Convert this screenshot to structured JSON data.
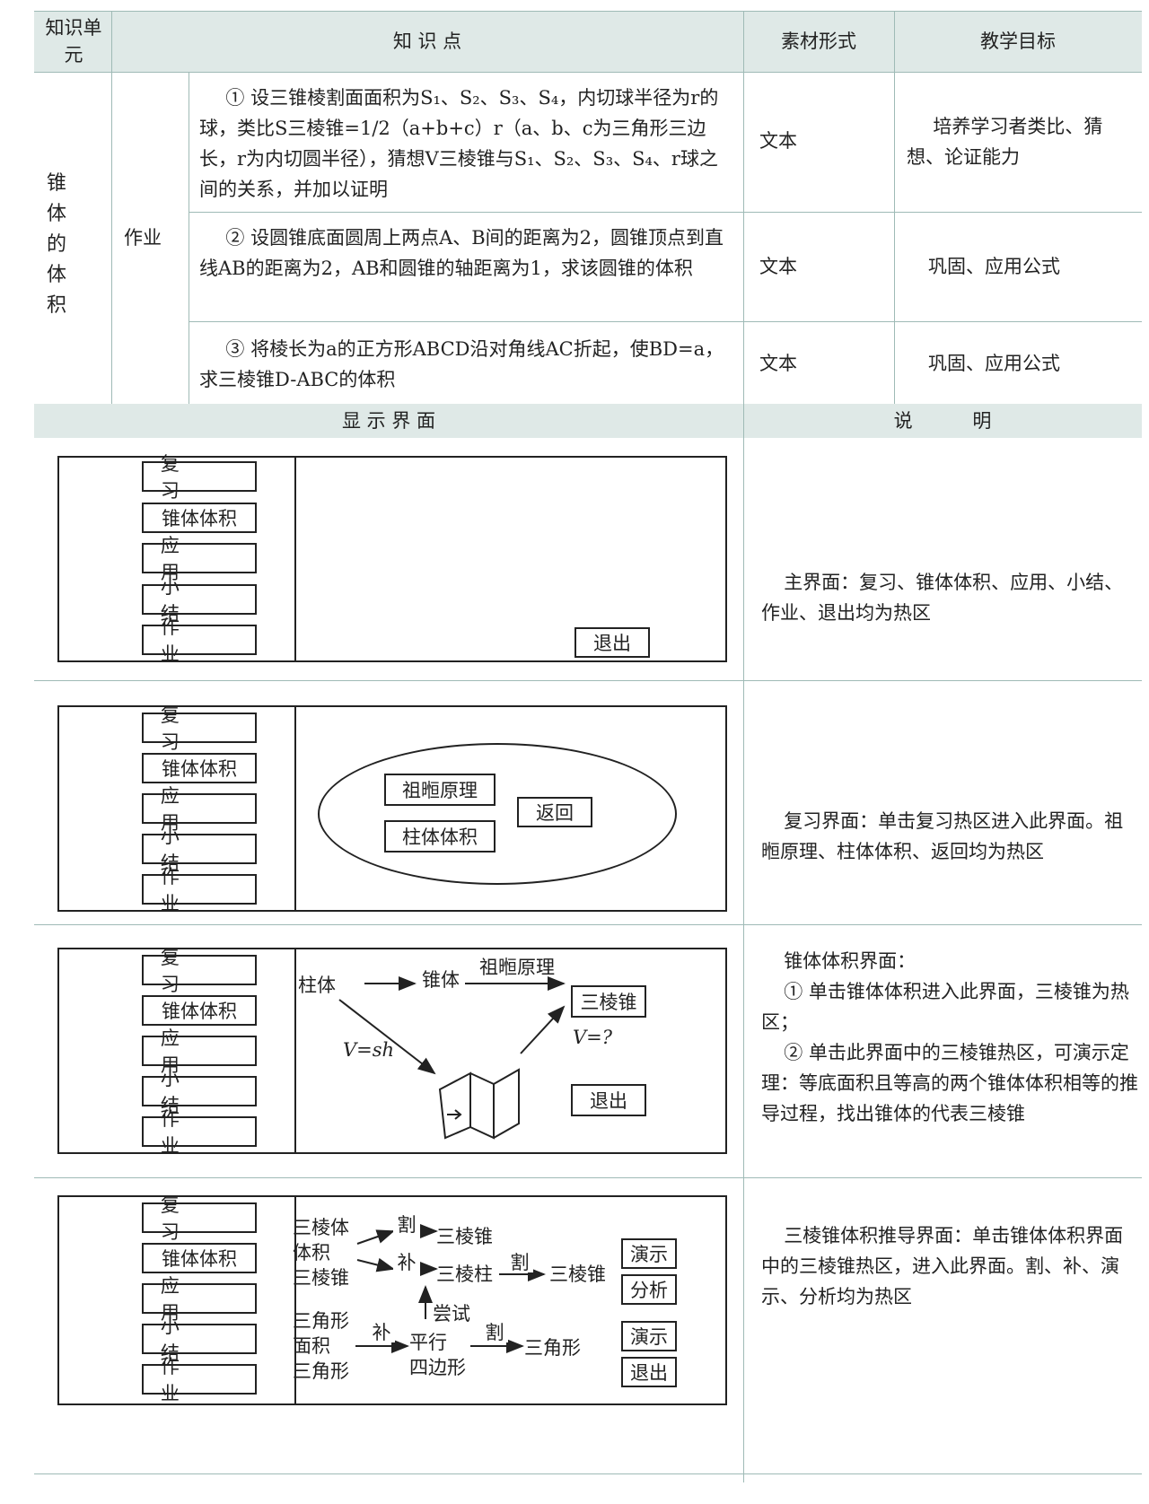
{
  "table": {
    "headers": {
      "unit": "知识单元",
      "point": "知 识 点",
      "material": "素材形式",
      "goal": "教学目标"
    },
    "unit_name": "锥体的体积",
    "unit_chars": [
      "锥",
      "体",
      "的",
      "体",
      "积"
    ],
    "category": "作业",
    "rows": [
      {
        "text": "① 设三锥棱割面面积为S₁、S₂、S₃、S₄，内切球半径为r的球，类比S三棱锥=1/2（a+b+c）r（a、b、c为三角形三边长，r为内切圆半径），猜想V三棱锥与S₁、S₂、S₃、S₄、r球之间的关系，并加以证明",
        "material": "文本",
        "goal": "培养学习者类比、猜想、论证能力"
      },
      {
        "text": "② 设圆锥底面圆周上两点A、B间的距离为2，圆锥顶点到直线AB的距离为2，AB和圆锥的轴距离为1，求该圆锥的体积",
        "material": "文本",
        "goal": "巩固、应用公式"
      },
      {
        "text": "③ 将棱长为a的正方形ABCD沿对角线AC折起，使BD=a，求三棱锥D-ABC的体积",
        "material": "文本",
        "goal": "巩固、应用公式"
      }
    ],
    "section_headers": {
      "display": "显 示 界 面",
      "note": "说          明"
    }
  },
  "menu": [
    "复 习",
    "锥体体积",
    "应 用",
    "小 结",
    "作 业"
  ],
  "panel1": {
    "exit": "退出",
    "desc": "主界面：复习、锥体体积、应用、小结、作业、退出均为热区"
  },
  "panel2": {
    "btn1": "祖暅原理",
    "btn2": "柱体体积",
    "back": "返回",
    "desc": "复习界面：单击复习热区进入此界面。祖暅原理、柱体体积、返回均为热区"
  },
  "panel3": {
    "zhuti": "柱体",
    "zhuiti": "锥体",
    "principle": "祖暅原理",
    "pyramid": "三棱锥",
    "v_sh": "V=sh",
    "v_q": "V=?",
    "exit": "退出",
    "desc_title": "锥体体积界面：",
    "desc1": "① 单击锥体体积进入此界面，三棱锥为热区；",
    "desc2": "② 单击此界面中的三棱锥热区，可演示定理：等底面积且等高的两个锥体体积相等的推导过程，找出锥体的代表三棱锥"
  },
  "panel4": {
    "l1": "三棱体",
    "l2": "体积",
    "l3": "三棱锥",
    "cut": "割",
    "fill": "补",
    "pyr1": "三棱锥",
    "prism": "三棱柱",
    "cut2": "割",
    "pyr2": "三棱锥",
    "try": "尝试",
    "t1": "三角形",
    "t2": "面积",
    "t3": "三角形",
    "fill2": "补",
    "para1": "平行",
    "para2": "四边形",
    "cut3": "割",
    "tri": "三角形",
    "demo1": "演示",
    "analyze": "分析",
    "demo2": "演示",
    "exit": "退出",
    "desc": "三棱锥体积推导界面：单击锥体体积界面中的三棱锥热区，进入此界面。割、补、演示、分析均为热区"
  }
}
